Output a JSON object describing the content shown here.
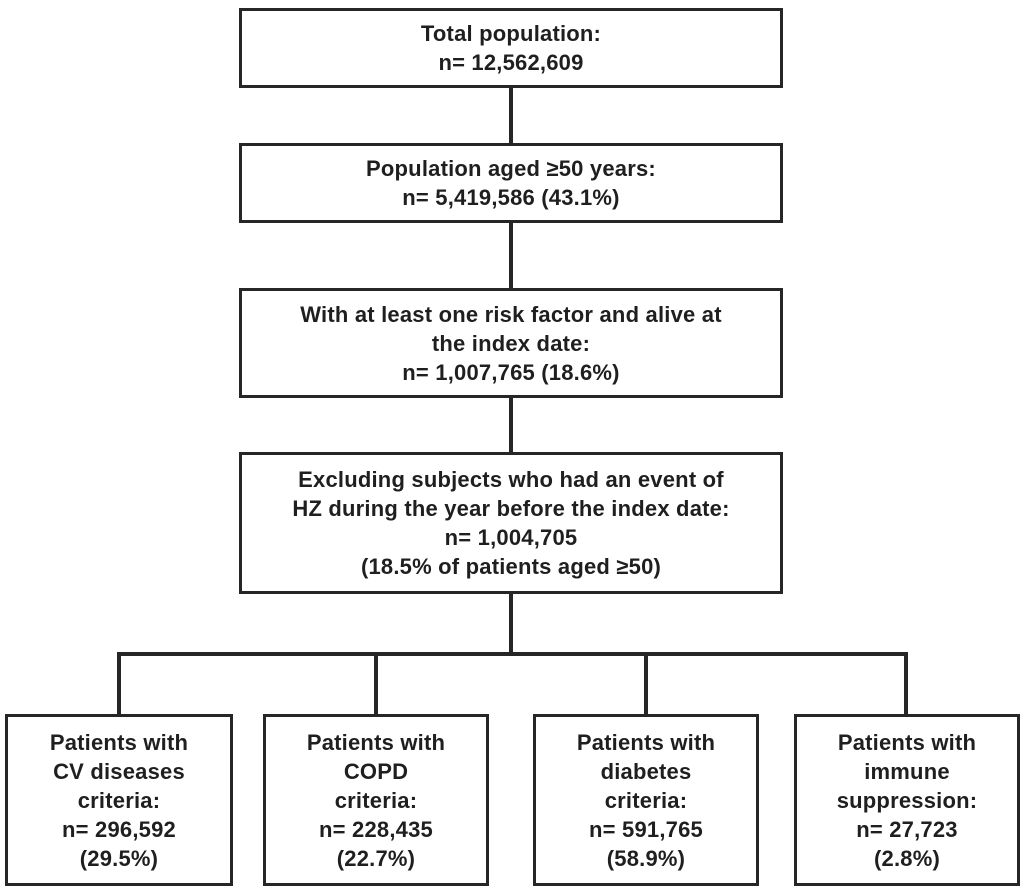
{
  "diagram": {
    "kind": "patient-selection-flowchart",
    "main_sequence": [
      {
        "name": "total-population",
        "lines": [
          "Total population:",
          "n= 12,562,609"
        ]
      },
      {
        "name": "aged-50-plus",
        "lines": [
          "Population aged ≥50 years:",
          "n= 5,419,586 (43.1%)"
        ]
      },
      {
        "name": "risk-factor-alive",
        "lines": [
          "With at least one risk factor and alive at",
          "the index date:",
          "n= 1,007,765 (18.6%)"
        ]
      },
      {
        "name": "excluding-hz",
        "lines": [
          "Excluding subjects who had an event of",
          "HZ during the year before the index date:",
          "n= 1,004,705",
          "(18.5% of patients aged ≥50)"
        ]
      }
    ],
    "branches": [
      {
        "name": "cv-diseases",
        "lines": [
          "Patients with",
          "CV diseases",
          "criteria:",
          "n= 296,592",
          "(29.5%)"
        ]
      },
      {
        "name": "copd",
        "lines": [
          "Patients with",
          "COPD",
          "criteria:",
          "n= 228,435",
          "(22.7%)"
        ]
      },
      {
        "name": "diabetes",
        "lines": [
          "Patients with",
          "diabetes",
          "criteria:",
          "n= 591,765",
          "(58.9%)"
        ]
      },
      {
        "name": "immune-suppression",
        "lines": [
          "Patients with",
          "immune",
          "suppression:",
          "n= 27,723",
          "(2.8%)"
        ]
      }
    ],
    "colors": {
      "line": "#262626",
      "text": "#1f1f1f",
      "background": "#ffffff"
    }
  }
}
